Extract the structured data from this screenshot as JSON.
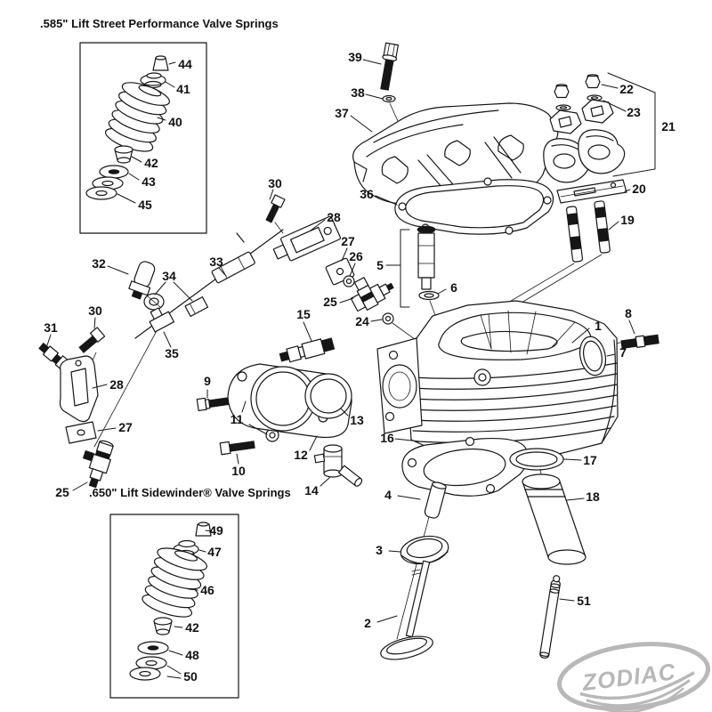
{
  "colors": {
    "ink": "#161616",
    "paper": "#ffffff",
    "logo_gray": "#b8b8b8"
  },
  "sections": {
    "street": {
      "title": ".585\" Lift Street Performance Valve Springs",
      "parts": [
        "44",
        "41",
        "40",
        "42",
        "43",
        "45"
      ]
    },
    "sidewinder": {
      "title": ".650\" Lift Sidewinder® Valve Springs",
      "parts": [
        "49",
        "47",
        "46",
        "42",
        "48",
        "50"
      ]
    }
  },
  "callouts": {
    "c44": "44",
    "c41": "41",
    "c40": "40",
    "c42a": "42",
    "c43": "43",
    "c45": "45",
    "c39": "39",
    "c38": "38",
    "c37": "37",
    "c36": "36",
    "c22": "22",
    "c23": "23",
    "c21": "21",
    "c20": "20",
    "c19": "19",
    "c30a": "30",
    "c28a": "28",
    "c27a": "27",
    "c26": "26",
    "c5": "5",
    "c6": "6",
    "c25a": "25",
    "c24": "24",
    "c15": "15",
    "c32": "32",
    "c34": "34",
    "c33": "33",
    "c31": "31",
    "c30b": "30",
    "c35": "35",
    "c28b": "28",
    "c27b": "27",
    "c25b": "25",
    "c9": "9",
    "c11": "11",
    "c10": "10",
    "c12": "12",
    "c13": "13",
    "c14": "14",
    "c16": "16",
    "c1": "1",
    "c8": "8",
    "c7": "7",
    "c17": "17",
    "c18": "18",
    "c4": "4",
    "c3": "3",
    "c2": "2",
    "c51": "51",
    "c49": "49",
    "c47": "47",
    "c46": "46",
    "c42b": "42",
    "c48": "48",
    "c50": "50"
  },
  "logo": {
    "text": "ZODIAC",
    "tm": "™"
  }
}
